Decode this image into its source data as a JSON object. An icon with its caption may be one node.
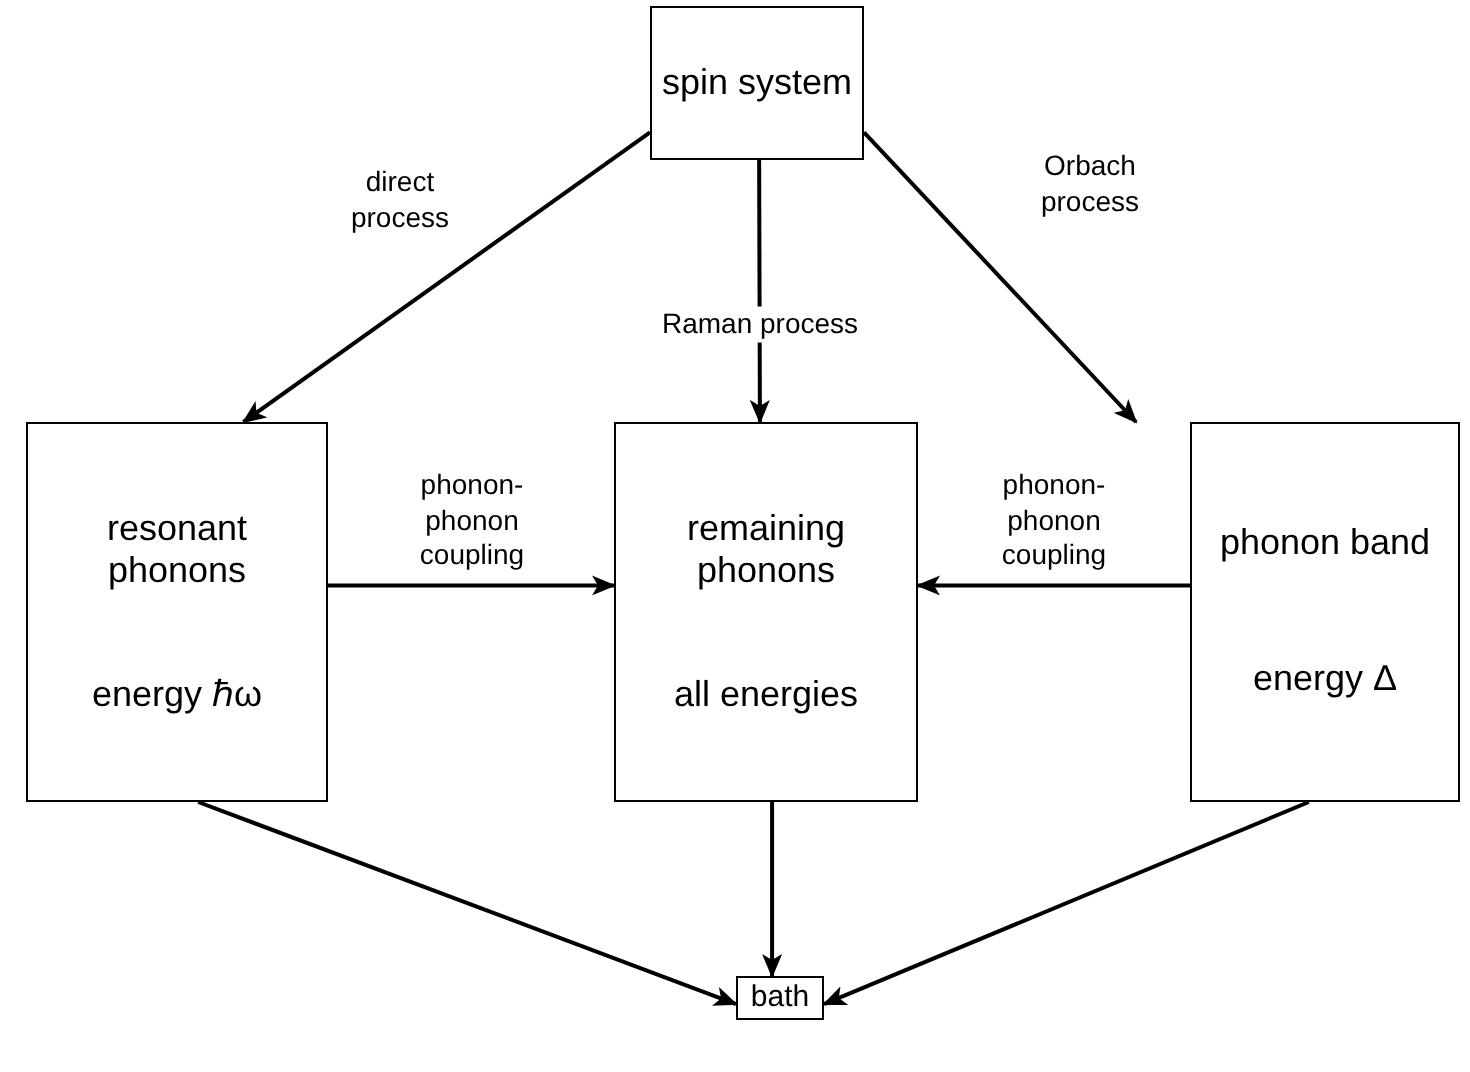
{
  "diagram": {
    "nodes": [
      {
        "text": [
          "spin system"
        ]
      },
      {
        "text": [
          "resonant phonons",
          "energy ℏω"
        ]
      },
      {
        "text": [
          "remaining phonons",
          "all energies"
        ]
      },
      {
        "text": [
          "phonon band",
          "energy Δ"
        ]
      },
      {
        "text": [
          "bath"
        ]
      }
    ],
    "edges": [
      {
        "from": 0,
        "to": 1,
        "arrow": "to",
        "label": "direct process"
      },
      {
        "from": 0,
        "to": 2,
        "arrow": "to",
        "label": "Raman process"
      },
      {
        "from": 0,
        "to": 3,
        "arrow": "to",
        "label": "Orbach process"
      },
      {
        "from": 1,
        "to": 2,
        "arrow": "to",
        "label": "phonon- phonon coupling"
      },
      {
        "from": 3,
        "to": 2,
        "arrow": "to",
        "label": "phonon- phonon coupling"
      },
      {
        "from": 1,
        "to": 4,
        "arrow": "to"
      },
      {
        "from": 2,
        "to": 4,
        "arrow": "to"
      },
      {
        "from": 3,
        "to": 4,
        "arrow": "to"
      }
    ]
  }
}
